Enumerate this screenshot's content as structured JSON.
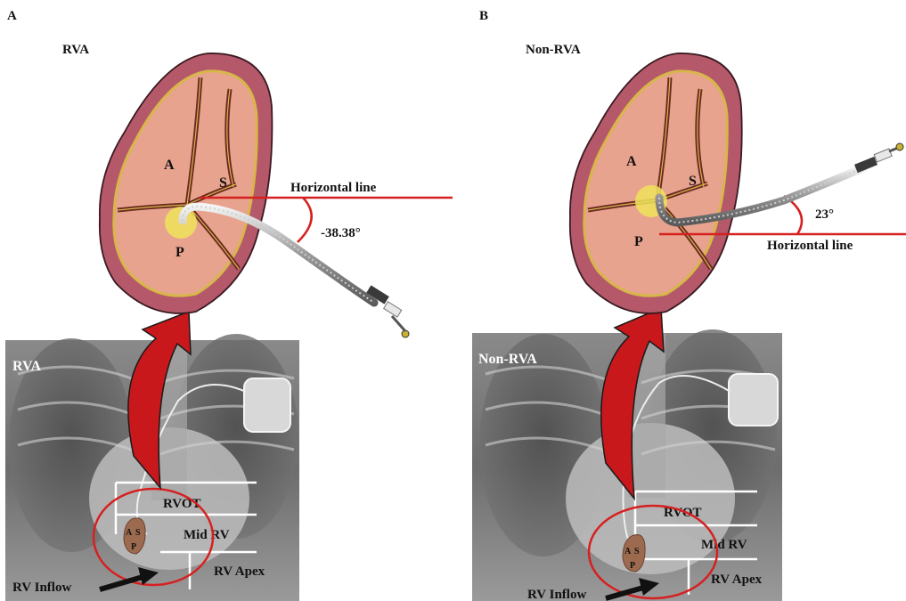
{
  "panels": {
    "a": {
      "letter": "A",
      "title": "RVA",
      "regions": {
        "anterior": "A",
        "septal": "S",
        "posterior": "P"
      },
      "reference_label": "Horizontal line",
      "angle_label": "-38.38°",
      "xray": {
        "label": "RVA",
        "zones": [
          "RVOT",
          "Mid RV",
          "RV Apex"
        ],
        "inflow_label": "RV Inflow",
        "mini_regions": [
          "A",
          "S",
          "P"
        ]
      }
    },
    "b": {
      "letter": "B",
      "title": "Non-RVA",
      "regions": {
        "anterior": "A",
        "septal": "S",
        "posterior": "P"
      },
      "reference_label": "Horizontal line",
      "angle_label": "23°",
      "xray": {
        "label": "Non-RVA",
        "zones": [
          "RVOT",
          "Mid RV",
          "RV Apex"
        ],
        "inflow_label": "RV Inflow",
        "mini_regions": [
          "A",
          "S",
          "P"
        ]
      }
    }
  },
  "colors": {
    "myocardium": "#b5596a",
    "chamber": "#e8a38e",
    "annulus": "#d7b64a",
    "lead_marker": "#efe35a",
    "reference_line": "#d62020",
    "arrow": "#c8181c"
  }
}
